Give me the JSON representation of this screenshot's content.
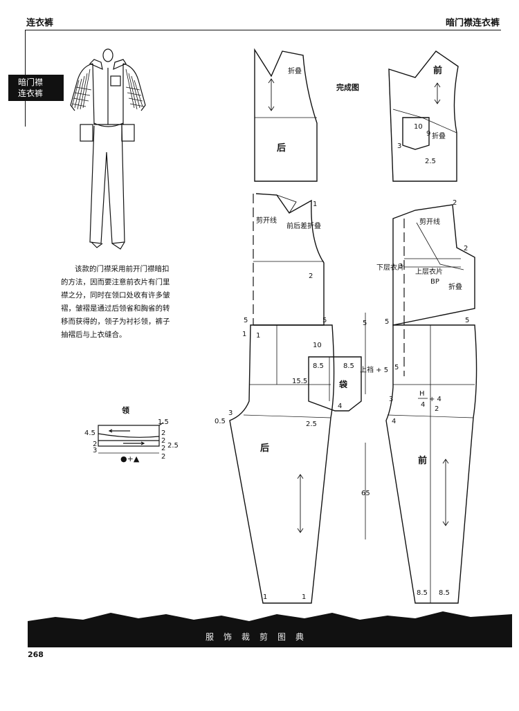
{
  "header": {
    "left": "连衣裤",
    "right": "暗门襟连衣裤"
  },
  "side_tab": {
    "line1": "暗门襟",
    "line2": "连衣裤"
  },
  "description": "该款的门襟采用前开门襟暗扣的方法，因而要注意前衣片有门里襟之分，同时在领口处收有许多皱褶，皱褶是通过后领省和胸省的转移而获得的，领子为衬衫领，裤子抽褶后与上衣缝合。",
  "collar": {
    "title": "领",
    "dims": {
      "top_right": "1.5",
      "left_4_5": "4.5",
      "r2a": "2",
      "r2b": "2",
      "r2c": "2",
      "right_2_5": "2.5",
      "left_2": "2",
      "left_3": "3",
      "bottom_2": "2",
      "formula": "●+▲"
    }
  },
  "completed_view": {
    "title": "完成图",
    "back_label": "后",
    "back_fold": "折叠",
    "front_label": "前",
    "front_fold": "折叠",
    "pocket_10": "10",
    "pocket_9": "9",
    "pocket_3": "3",
    "pocket_2_5": "2.5"
  },
  "back_pattern": {
    "cut_line": "剪开线",
    "fold_note": "前后差折叠",
    "top_1": "1",
    "side_2": "2",
    "waist_5_left": "5",
    "waist_5_right": "5",
    "waist_1a": "1",
    "waist_1b": "1",
    "pocket_10": "10",
    "pocket_8_5a": "8.5",
    "pocket_8_5b": "8.5",
    "pocket_label": "袋",
    "pocket_4": "4",
    "hip_15_5": "15.5",
    "crotch_3": "3",
    "crotch_0_5": "0.5",
    "crotch_2_5": "2.5",
    "pants_label": "后",
    "hem_1a": "1",
    "hem_1b": "1"
  },
  "middle_dims": {
    "waist_5": "5",
    "rise": "上裆 + 5",
    "inseam": "65"
  },
  "front_pattern": {
    "top_2a": "2",
    "top_2b": "2",
    "cut_line": "剪开线",
    "under_layer": "下层衣片",
    "upper_layer": "上层衣片",
    "bp": "BP",
    "fold": "折叠",
    "dim_3": "3",
    "waist_5_left": "5",
    "waist_5_right": "5",
    "rise_5": "5",
    "h_formula_num": "H",
    "h_formula_den": "4",
    "h_formula_plus": "+ 4",
    "h_2": "2",
    "crotch_3": "3",
    "crotch_4": "4",
    "pants_label": "前",
    "hem_8_5a": "8.5",
    "hem_8_5b": "8.5"
  },
  "footer": {
    "band_text": "服饰裁剪图典",
    "page_number": "268"
  }
}
